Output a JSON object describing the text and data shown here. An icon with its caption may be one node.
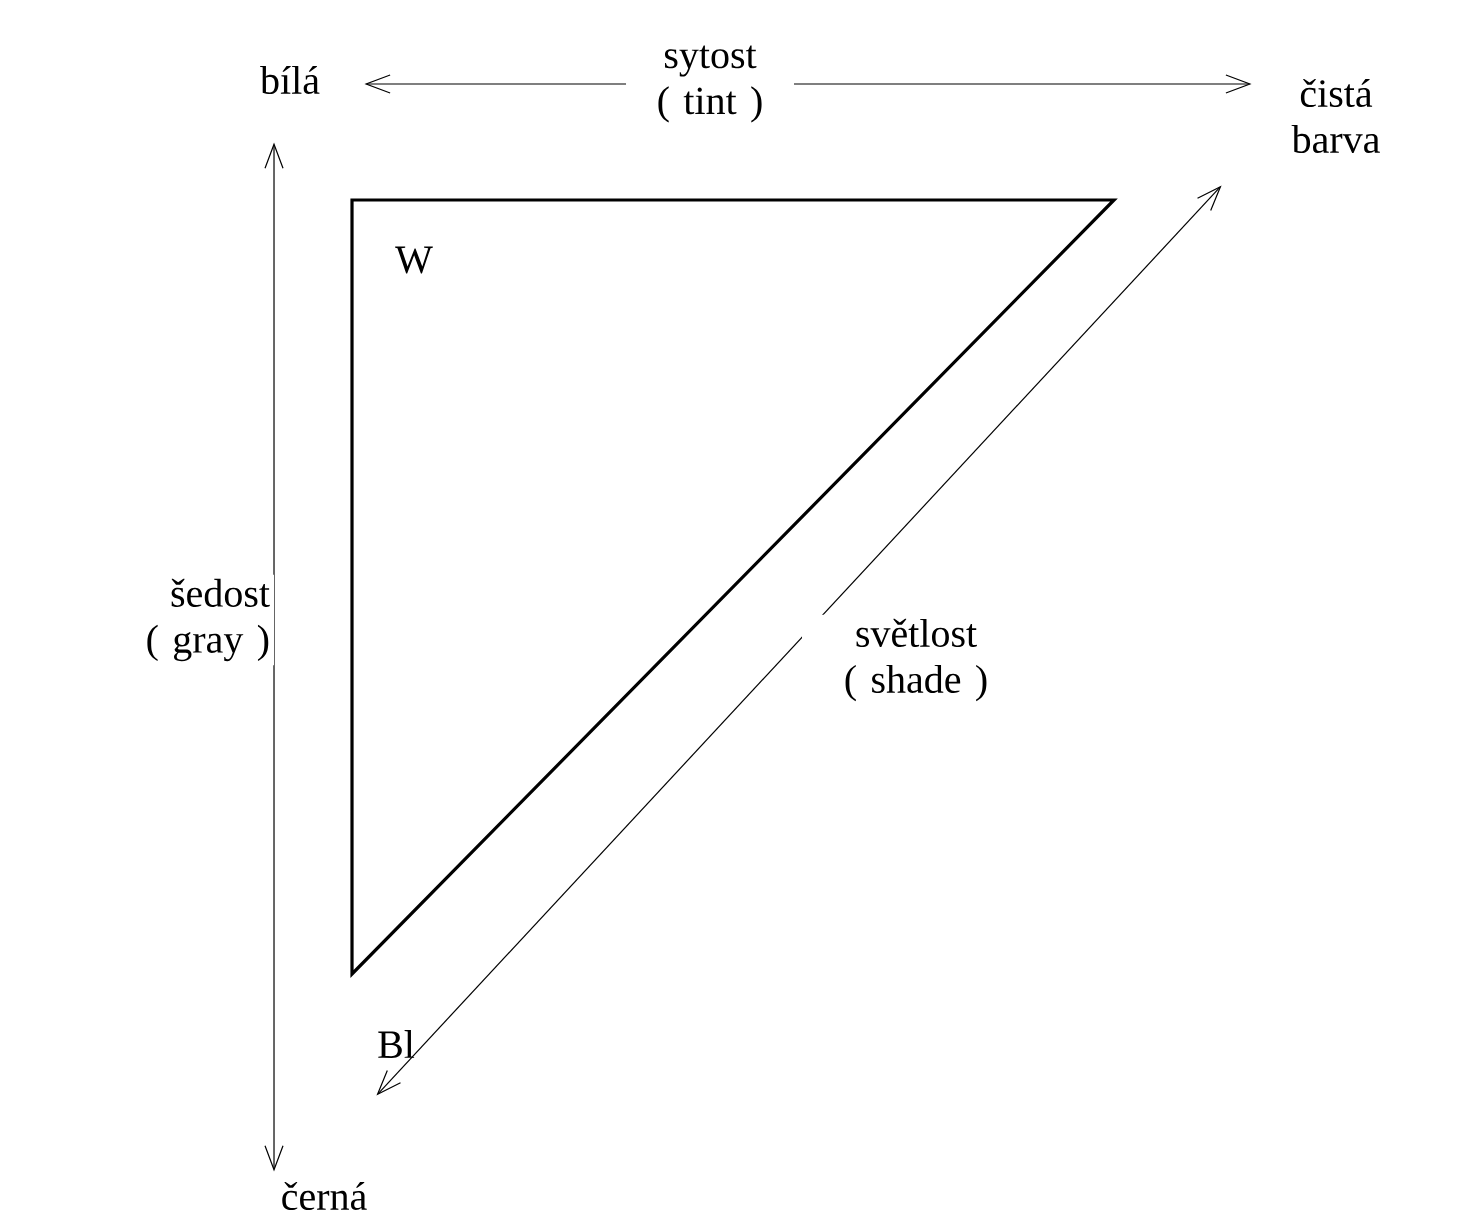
{
  "diagram": {
    "nodes": [
      {
        "text": [
          "bílá"
        ]
      },
      {
        "text": [
          "čistá barva"
        ]
      },
      {
        "text": [
          "černá"
        ]
      }
    ],
    "edges": [
      {
        "from": 0,
        "to": 1,
        "arrow": "both",
        "label": "sytost ( tint )"
      },
      {
        "from": 0,
        "to": 2,
        "arrow": "both",
        "label": "šedost ( gray )"
      },
      {
        "from": 1,
        "to": 2,
        "arrow": "both",
        "label": "světlost ( shade )"
      }
    ],
    "labels": [
      "W",
      "Bl"
    ]
  }
}
